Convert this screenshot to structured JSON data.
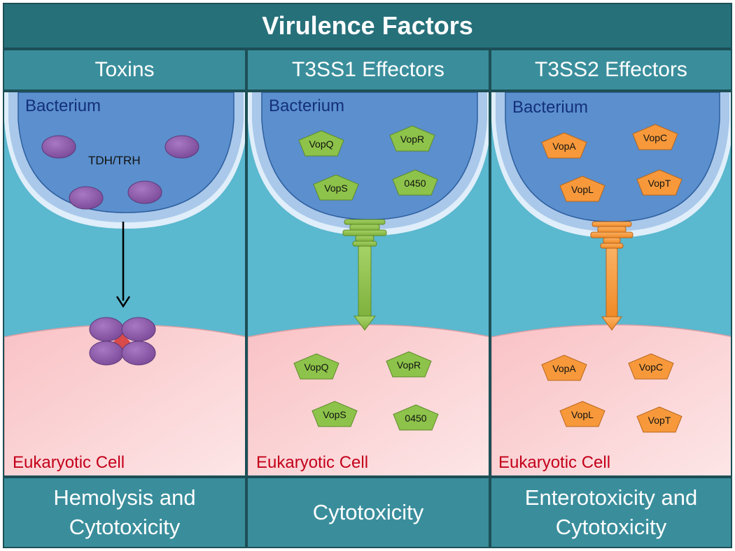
{
  "title": "Virulence Factors",
  "columns": [
    {
      "header": "Toxins",
      "bacterium_label": "Bacterium",
      "toxin_label": "TDH/TRH",
      "eukaryotic_label": "Eukaryotic Cell",
      "footer_line1": "Hemolysis and",
      "footer_line2": "Cytotoxicity"
    },
    {
      "header": "T3SS1 Effectors",
      "bacterium_label": "Bacterium",
      "eukaryotic_label": "Eukaryotic Cell",
      "effectors_inside": [
        "VopQ",
        "VopR",
        "VopS",
        "0450"
      ],
      "effectors_outside": [
        "VopQ",
        "VopR",
        "VopS",
        "0450"
      ],
      "footer_line1": "Cytotoxicity",
      "footer_line2": ""
    },
    {
      "header": "T3SS2 Effectors",
      "bacterium_label": "Bacterium",
      "eukaryotic_label": "Eukaryotic Cell",
      "effectors_inside": [
        "VopA",
        "VopC",
        "VopL",
        "VopT"
      ],
      "effectors_outside": [
        "VopA",
        "VopC",
        "VopL",
        "VopT"
      ],
      "footer_line1": "Enterotoxicity and",
      "footer_line2": "Cytotoxicity"
    }
  ],
  "colors": {
    "title_bg": "#26707a",
    "header_bg": "#3a8e9c",
    "medium": "#5ab8cf",
    "bacterium": "#5b8fcd",
    "eukaryotic": "#fbd3d5",
    "toxin": "#8a5aa8",
    "t3ss1": "#8dc34a",
    "t3ss2": "#f7993b"
  }
}
